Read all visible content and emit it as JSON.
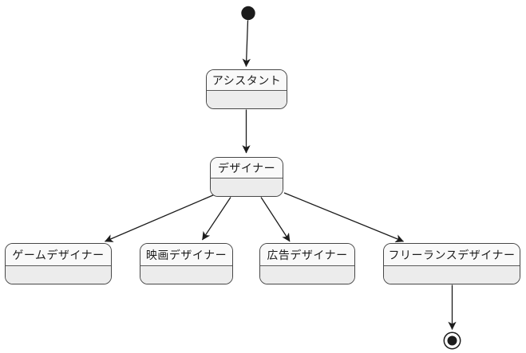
{
  "diagram": {
    "type": "state-diagram",
    "background_color": "#ffffff",
    "colors": {
      "node_body_fill": "#ececec",
      "node_title_fill": "#f9f9f9",
      "node_border": "#474747",
      "edge_stroke": "#1c1c1c",
      "text": "#1c1c1c",
      "initial_state_fill": "#1c1c1c",
      "final_state_fill": "#1c1c1c"
    },
    "nodes": [
      {
        "id": "assistant",
        "label": "アシスタント"
      },
      {
        "id": "designer",
        "label": "デザイナー"
      },
      {
        "id": "game-designer",
        "label": "ゲームデザイナー"
      },
      {
        "id": "film-designer",
        "label": "映画デザイナー"
      },
      {
        "id": "ad-designer",
        "label": "広告デザイナー"
      },
      {
        "id": "freelance-designer",
        "label": "フリーランスデザイナー"
      }
    ],
    "edges": [
      {
        "from": "initial-state",
        "to": "アシスタント"
      },
      {
        "from": "アシスタント",
        "to": "デザイナー"
      },
      {
        "from": "デザイナー",
        "to": "ゲームデザイナー"
      },
      {
        "from": "デザイナー",
        "to": "映画デザイナー"
      },
      {
        "from": "デザイナー",
        "to": "広告デザイナー"
      },
      {
        "from": "デザイナー",
        "to": "フリーランスデザイナー"
      },
      {
        "from": "フリーランスデザイナー",
        "to": "final-state"
      }
    ]
  }
}
